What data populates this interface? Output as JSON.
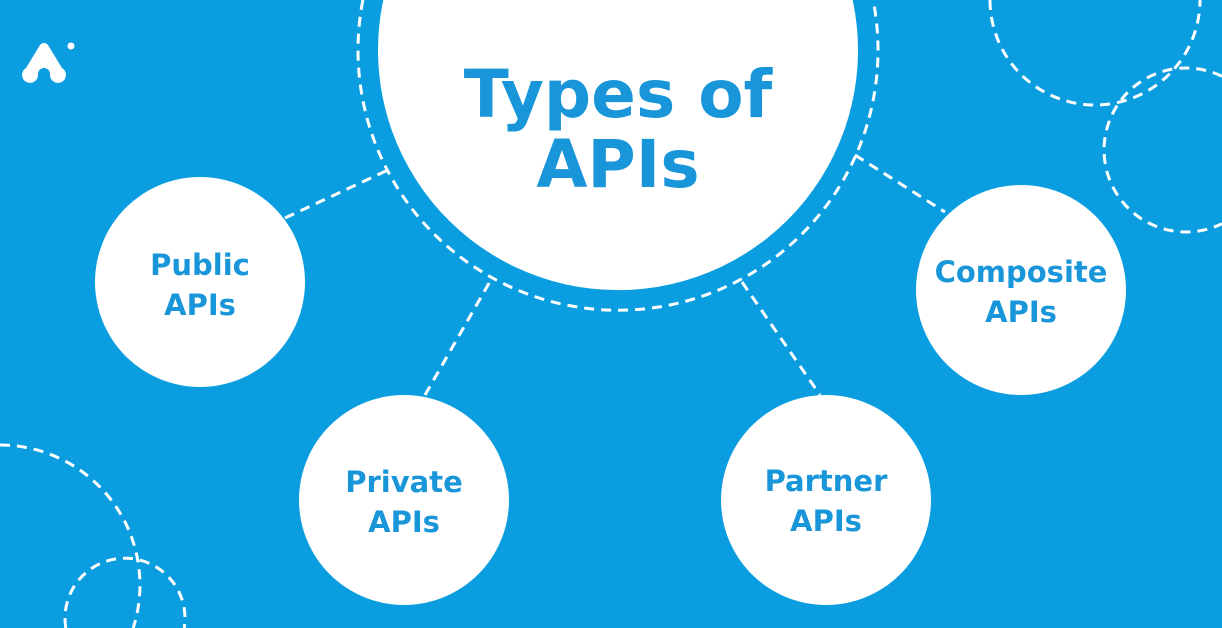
{
  "title": {
    "line1": "Types of",
    "line2": "APIs"
  },
  "nodes": [
    {
      "line1": "Public",
      "line2": "APIs"
    },
    {
      "line1": "Private",
      "line2": "APIs"
    },
    {
      "line1": "Partner",
      "line2": "APIs"
    },
    {
      "line1": "Composite",
      "line2": "APIs"
    }
  ],
  "colors": {
    "background": "#0a9de0",
    "text": "#1896d9",
    "circle": "#ffffff"
  },
  "logo": "brand-logo-icon"
}
